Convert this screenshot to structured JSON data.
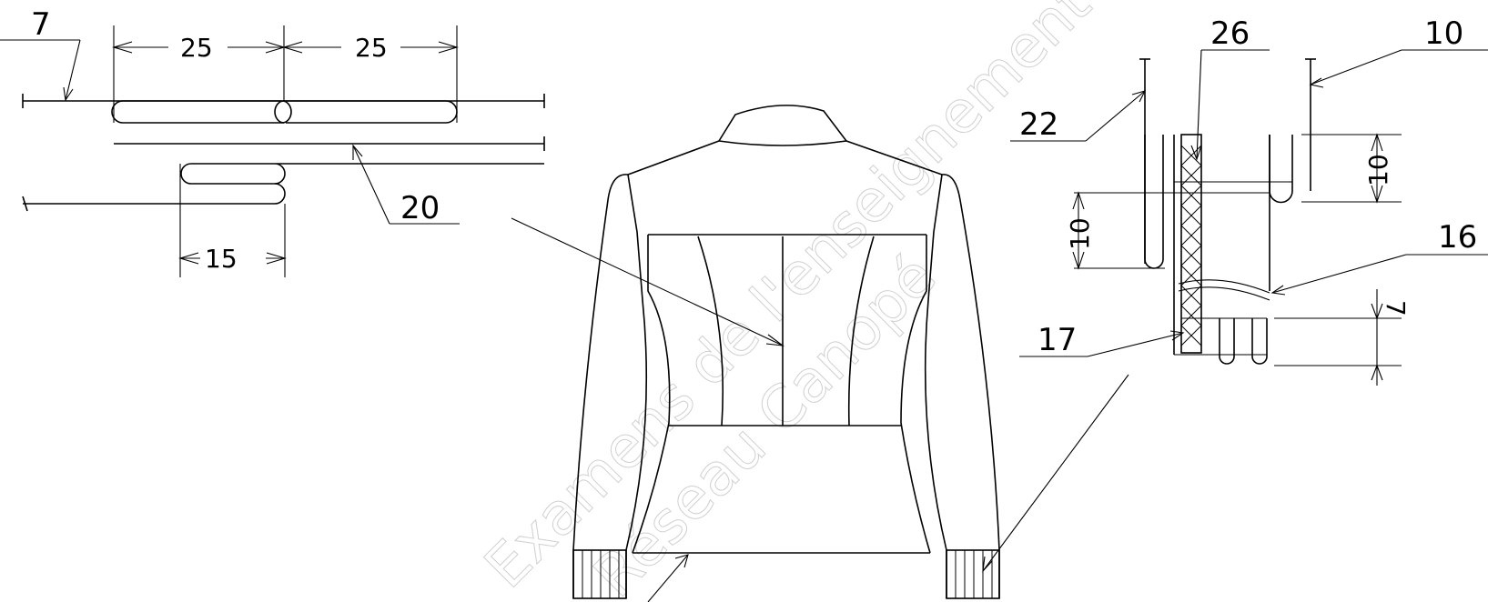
{
  "labels": {
    "l7": "7",
    "l20": "20",
    "l22": "22",
    "l26": "26",
    "l10": "10",
    "l16": "16",
    "l17": "17"
  },
  "dimensions": {
    "d25_left": "25",
    "d25_right": "25",
    "d15": "15",
    "d10_left": "10",
    "d10_right": "10",
    "d7": "7"
  },
  "watermark": {
    "line1": "Examens de l'enseignement professionnel",
    "line2": "Réseau Canopé"
  }
}
